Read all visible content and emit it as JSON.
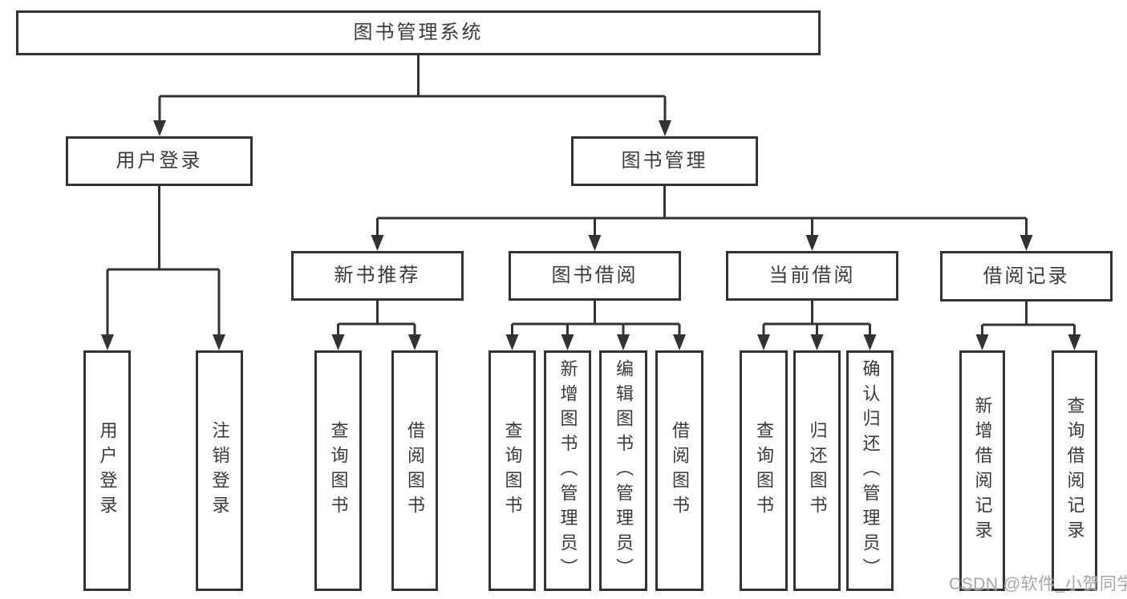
{
  "diagram": {
    "title": "图书管理系统",
    "nodes": {
      "root": {
        "label": "图书管理系统"
      },
      "user_login": {
        "label": "用户登录"
      },
      "book_mgmt": {
        "label": "图书管理"
      },
      "new_book_rec": {
        "label": "新书推荐"
      },
      "book_borrow": {
        "label": "图书借阅"
      },
      "current_borrow": {
        "label": "当前借阅"
      },
      "borrow_records": {
        "label": "借阅记录"
      },
      "leaf_user_login": {
        "label": "用户登录"
      },
      "leaf_logout": {
        "label": "注销登录"
      },
      "leaf_query_books_new": {
        "label": "查询图书"
      },
      "leaf_borrow_books_new": {
        "label": "借阅图书"
      },
      "leaf_query_books_borrow": {
        "label": "查询图书"
      },
      "leaf_add_book_admin": {
        "label": "新增图书（管理员）"
      },
      "leaf_edit_book_admin": {
        "label": "编辑图书（管理员）"
      },
      "leaf_borrow_books_borrow": {
        "label": "借阅图书"
      },
      "leaf_query_books_current": {
        "label": "查询图书"
      },
      "leaf_return_book": {
        "label": "归还图书"
      },
      "leaf_confirm_return_admin": {
        "label": "确认归还（管理员）"
      },
      "leaf_add_borrow_record": {
        "label": "新增借阅记录"
      },
      "leaf_query_borrow_record": {
        "label": "查询借阅记录"
      }
    },
    "edges": [
      [
        "root",
        "user_login"
      ],
      [
        "root",
        "book_mgmt"
      ],
      [
        "user_login",
        "leaf_user_login"
      ],
      [
        "user_login",
        "leaf_logout"
      ],
      [
        "book_mgmt",
        "new_book_rec"
      ],
      [
        "book_mgmt",
        "book_borrow"
      ],
      [
        "book_mgmt",
        "current_borrow"
      ],
      [
        "book_mgmt",
        "borrow_records"
      ],
      [
        "new_book_rec",
        "leaf_query_books_new"
      ],
      [
        "new_book_rec",
        "leaf_borrow_books_new"
      ],
      [
        "book_borrow",
        "leaf_query_books_borrow"
      ],
      [
        "book_borrow",
        "leaf_add_book_admin"
      ],
      [
        "book_borrow",
        "leaf_edit_book_admin"
      ],
      [
        "book_borrow",
        "leaf_borrow_books_borrow"
      ],
      [
        "current_borrow",
        "leaf_query_books_current"
      ],
      [
        "current_borrow",
        "leaf_return_book"
      ],
      [
        "current_borrow",
        "leaf_confirm_return_admin"
      ],
      [
        "borrow_records",
        "leaf_add_borrow_record"
      ],
      [
        "borrow_records",
        "leaf_query_borrow_record"
      ]
    ],
    "colors": {
      "line": "#333333",
      "text": "#3a3a3a",
      "box_background": "#ffffff",
      "page_background": "#ffffff",
      "watermark": "#969696"
    }
  },
  "watermark": {
    "text": "CSDN @软件_小贺同学"
  }
}
